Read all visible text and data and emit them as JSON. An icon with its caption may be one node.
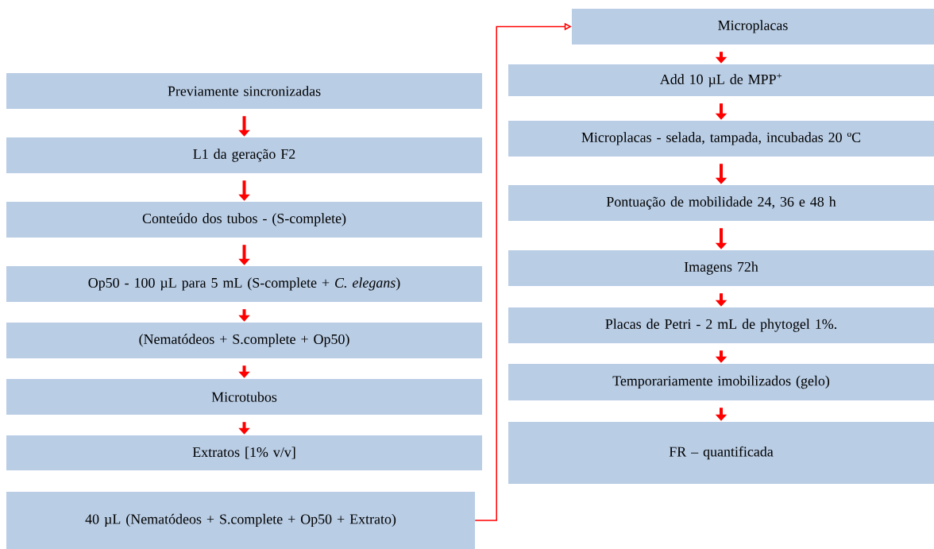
{
  "diagram": {
    "nodes": [
      {
        "text": [
          "Previamente  sincronizadas"
        ]
      },
      {
        "text": [
          "L1 da geração  F2"
        ]
      },
      {
        "text": [
          "Conteúdo dos tubos - (S-complete)"
        ]
      },
      {
        "text": [
          "Op50 - 100 µL para 5 mL  (S-complete  + *C. elegans*)"
        ]
      },
      {
        "text": [
          "(Nematódeos + S.complete  + Op50)"
        ]
      },
      {
        "text": [
          "Microtubos"
        ]
      },
      {
        "text": [
          "Extratos  [1% v/v]"
        ]
      },
      {
        "text": [
          "40 µL (Nematódeos + S.complete  + Op50 + Extrato)"
        ]
      },
      {
        "text": [
          "Microplacas"
        ]
      },
      {
        "text": [
          "Add  10 µL de MPP$^{+}$"
        ]
      },
      {
        "text": [
          "Microplacas  - selada, tampada, incubadas  20 ºC"
        ]
      },
      {
        "text": [
          "Pontuação  de mobilidade  24, 36 e 48 h"
        ]
      },
      {
        "text": [
          "Imagens  72h"
        ]
      },
      {
        "text": [
          "Placas  de Petri  - 2 mL  de phytogel  1%."
        ]
      },
      {
        "text": [
          "Temporariamente  imobilizados  (gelo)"
        ]
      },
      {
        "text": [
          "FR – quantificada"
        ]
      }
    ],
    "edges": [
      {
        "from": 0,
        "to": 1,
        "arrow": "to"
      },
      {
        "from": 1,
        "to": 2,
        "arrow": "to"
      },
      {
        "from": 2,
        "to": 3,
        "arrow": "to"
      },
      {
        "from": 3,
        "to": 4,
        "arrow": "to"
      },
      {
        "from": 4,
        "to": 5,
        "arrow": "to"
      },
      {
        "from": 5,
        "to": 6,
        "arrow": "to"
      },
      {
        "from": 7,
        "to": 8,
        "arrow": "to"
      },
      {
        "from": 8,
        "to": 9,
        "arrow": "to"
      },
      {
        "from": 9,
        "to": 10,
        "arrow": "to"
      },
      {
        "from": 10,
        "to": 11,
        "arrow": "to"
      },
      {
        "from": 11,
        "to": 12,
        "arrow": "to"
      },
      {
        "from": 12,
        "to": 13,
        "arrow": "to"
      },
      {
        "from": 13,
        "to": 14,
        "arrow": "to"
      },
      {
        "from": 14,
        "to": 15,
        "arrow": "to"
      }
    ]
  }
}
